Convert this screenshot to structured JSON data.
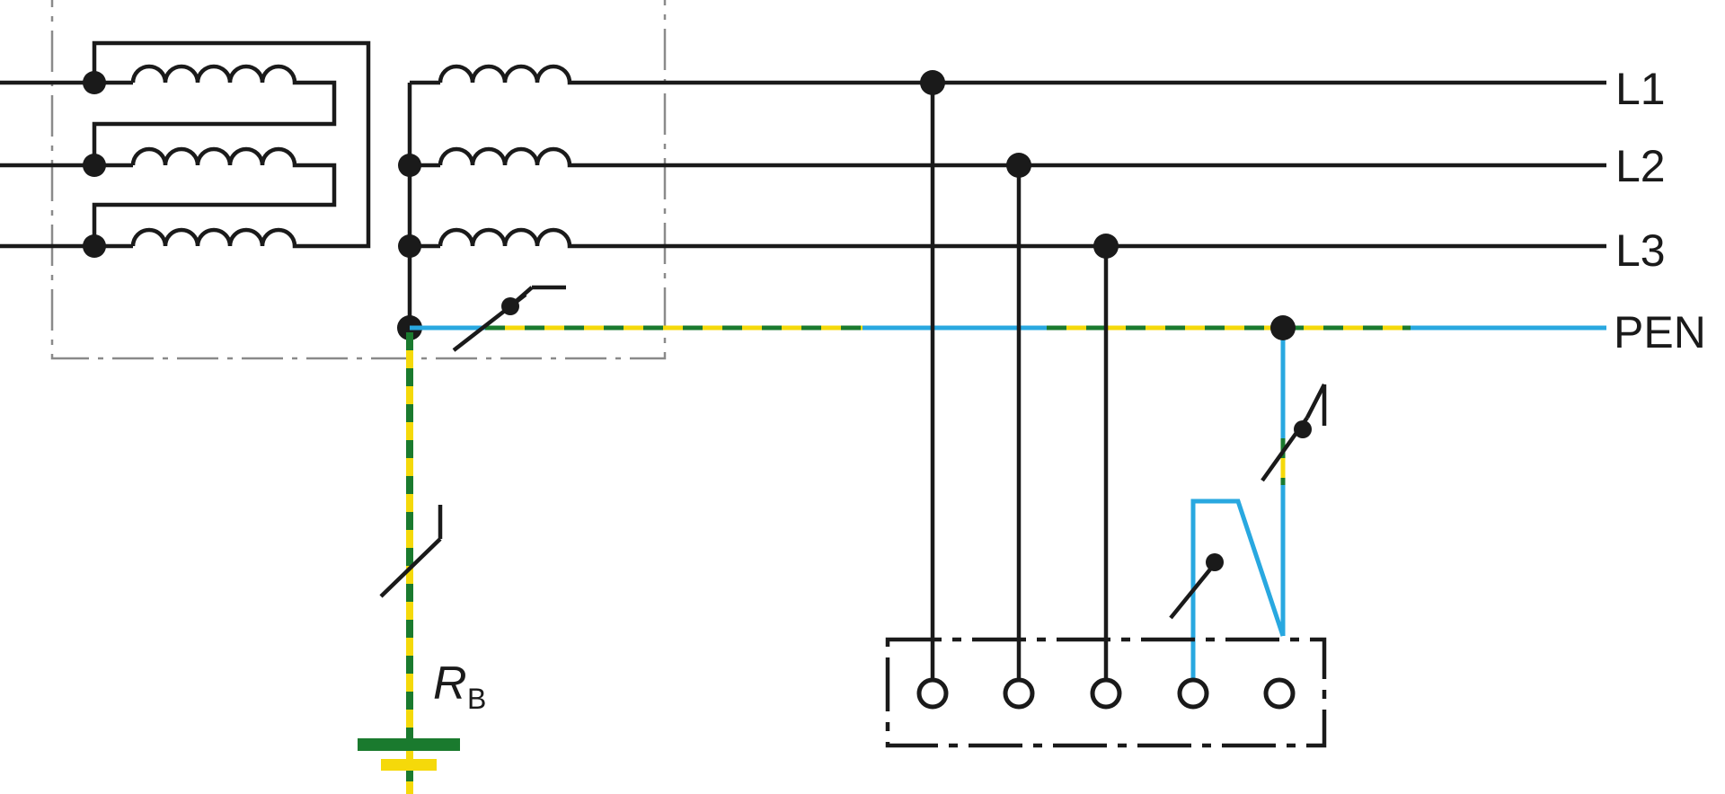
{
  "conductors": {
    "l1": "L1",
    "l2": "L2",
    "l3": "L3",
    "pen": "PEN"
  },
  "earth_resistance": {
    "symbol": "R",
    "subscript": "B"
  },
  "colors": {
    "phase": "#1a1a1a",
    "neutral_blue": "#29a8e0",
    "pe_green": "#1a7a2e",
    "pe_yellow": "#f5d90a",
    "enclosure_border": "#8a8a8a"
  }
}
